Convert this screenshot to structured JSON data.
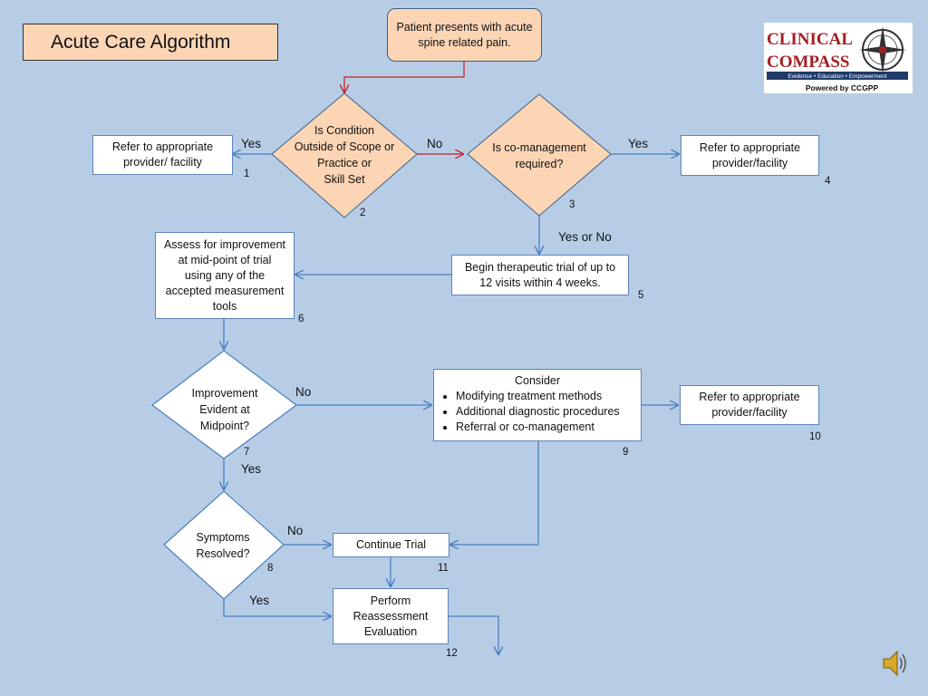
{
  "title": "Acute Care Algorithm",
  "nodes": {
    "start": "Patient presents with acute spine related pain.",
    "d2": [
      "Is Condition",
      "Outside of Scope or",
      "Practice or",
      "Skill Set"
    ],
    "refer1": "Refer to appropriate provider/ facility",
    "d3": [
      "Is co-management",
      "required?"
    ],
    "refer4": "Refer to appropriate provider/facility",
    "trial5": "Begin therapeutic trial of up to 12 visits within 4 weeks.",
    "assess6": "Assess for improvement at mid-point of trial using any of the accepted measurement tools",
    "d7": [
      "Improvement",
      "Evident at",
      "Midpoint?"
    ],
    "consider9": {
      "head": "Consider",
      "items": [
        "Modifying treatment methods",
        "Additional diagnostic procedures",
        "Referral or co-management"
      ]
    },
    "refer10": "Refer to appropriate provider/facility",
    "d8": [
      "Symptoms",
      "Resolved?"
    ],
    "continue11": "Continue Trial",
    "perform12": [
      "Perform",
      "Reassessment",
      "Evaluation"
    ]
  },
  "edge_labels": {
    "yes_1": "Yes",
    "no_2": "No",
    "yes_3": "Yes",
    "yesno": "Yes or No",
    "no_7": "No",
    "yes_7": "Yes",
    "no_8": "No",
    "yes_8": "Yes"
  },
  "numbers": [
    "1",
    "2",
    "3",
    "4",
    "5",
    "6",
    "7",
    "8",
    "9",
    "10",
    "11",
    "12"
  ],
  "logo": {
    "name1": "CLINICAL",
    "name2": "COMPASS",
    "tagline": "Evidence • Education • Empowerment",
    "powered": "Powered by CCGPP"
  },
  "icons": {
    "speaker": "speaker-icon"
  },
  "colors": {
    "background": "#b7cde6",
    "peach": "#fcd5b5",
    "arrow_blue": "#4a7ebf",
    "arrow_red": "#c0262b"
  }
}
